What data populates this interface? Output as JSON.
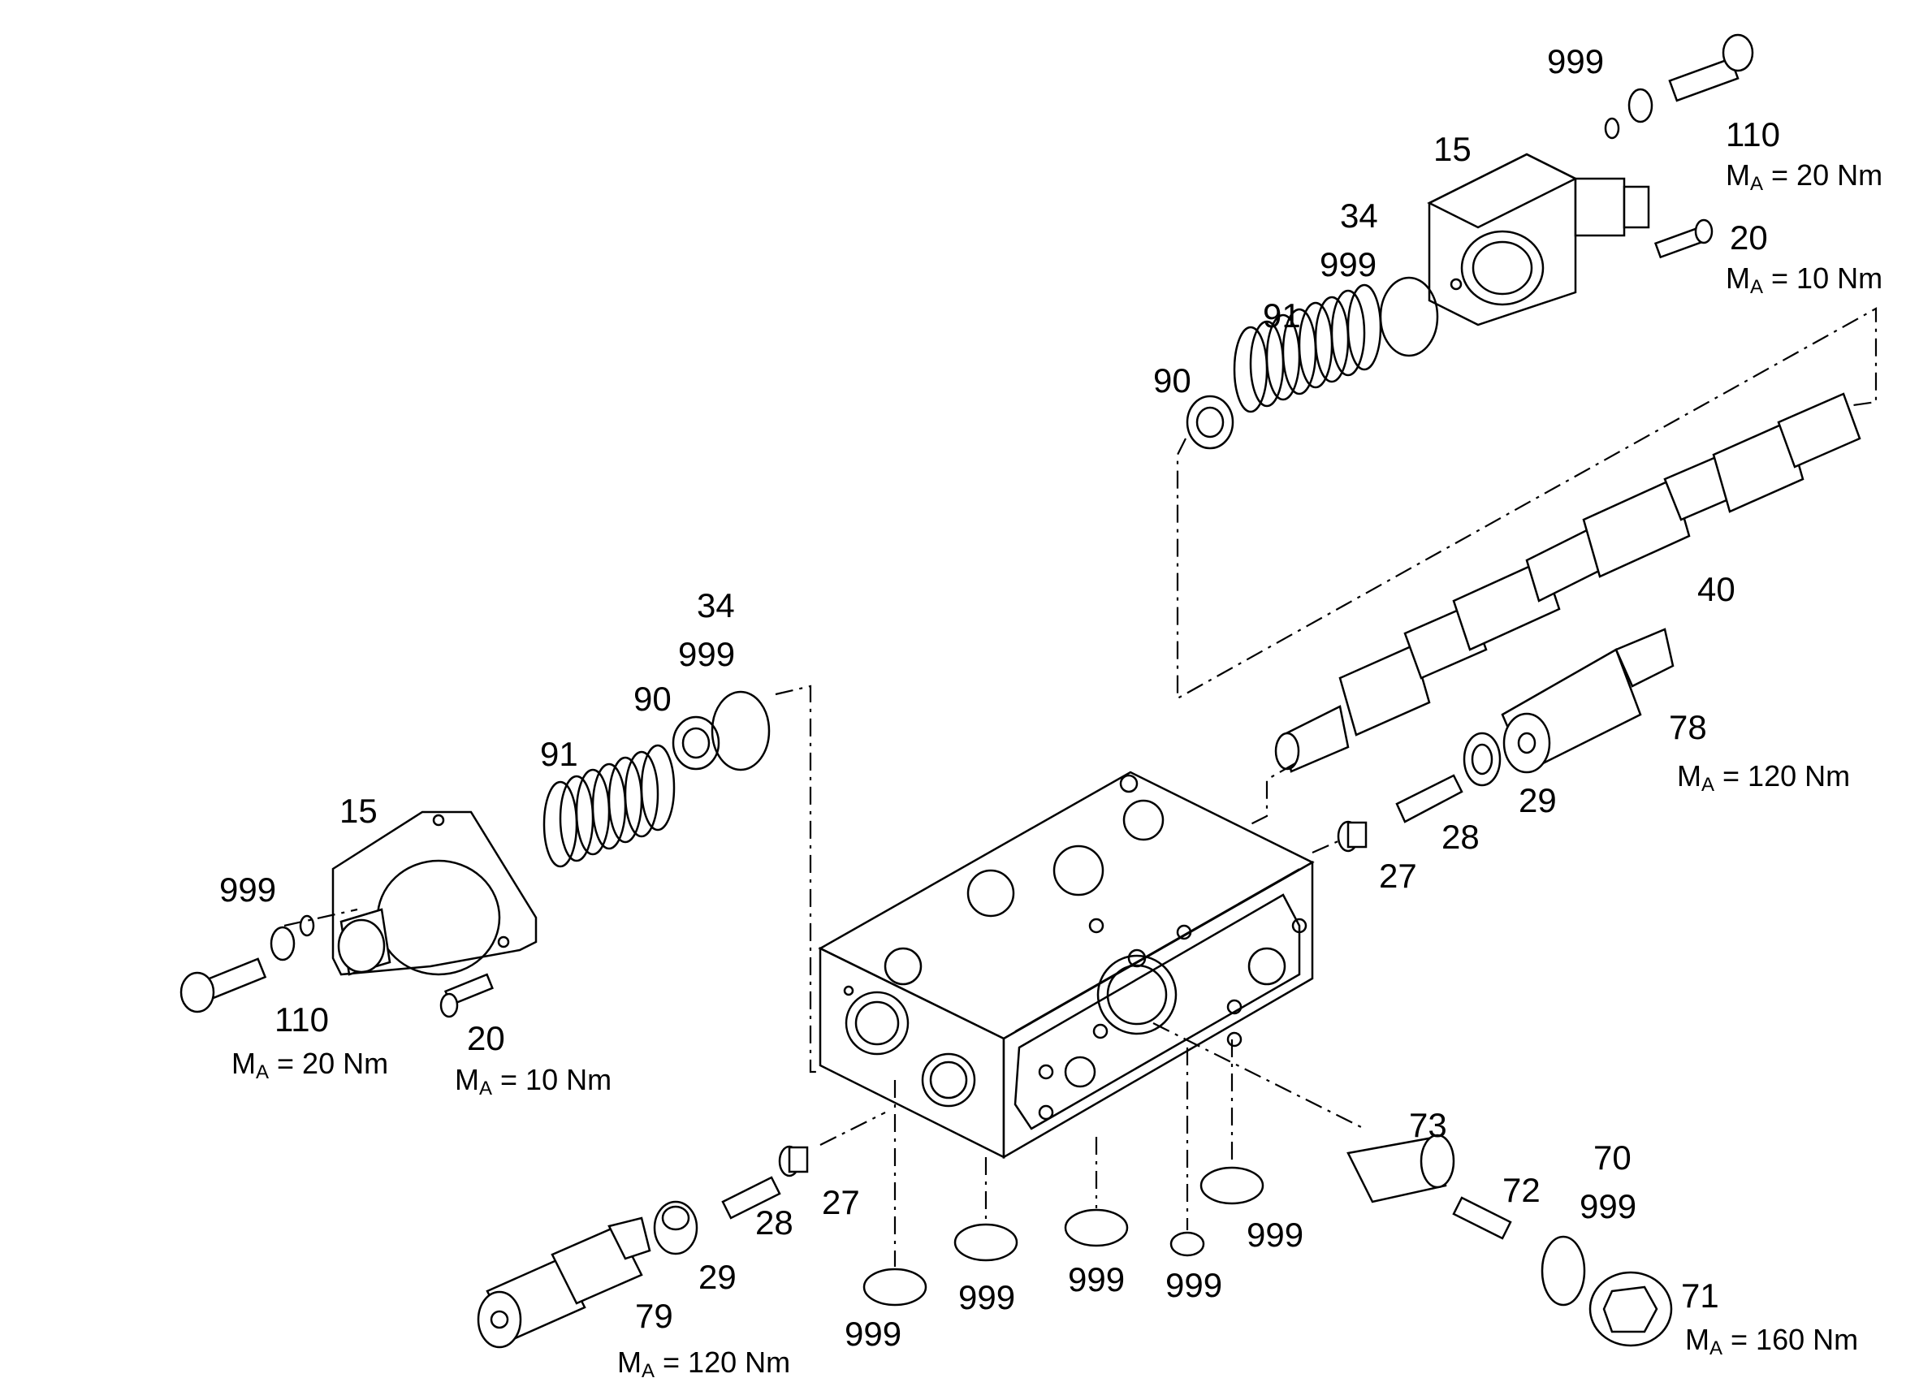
{
  "parts": {
    "p999_top": "999",
    "p110_top": "110",
    "p15_top": "15",
    "p34_top": "34",
    "p999_top_b": "999",
    "p20_top": "20",
    "p91_top": "91",
    "p90_top": "90",
    "p40": "40",
    "p78": "78",
    "p29_right": "29",
    "p28_right": "28",
    "p27_right": "27",
    "p34_left": "34",
    "p999_left_a": "999",
    "p90_left": "90",
    "p91_left": "91",
    "p15_left": "15",
    "p999_left_b": "999",
    "p110_left": "110",
    "p20_left": "20",
    "p27_left": "27",
    "p28_left": "28",
    "p29_left": "29",
    "p79": "79",
    "p999_b1": "999",
    "p999_b2": "999",
    "p999_b3": "999",
    "p999_b4": "999",
    "p999_b5": "999",
    "p73": "73",
    "p72": "72",
    "p70": "70",
    "p999_r": "999",
    "p71": "71"
  },
  "torques": {
    "t110_top": {
      "symbol": "M",
      "sub": "A",
      "value": "= 20 Nm"
    },
    "t20_top": {
      "symbol": "M",
      "sub": "A",
      "value": "= 10 Nm"
    },
    "t78": {
      "symbol": "M",
      "sub": "A",
      "value": "= 120 Nm"
    },
    "t110_left": {
      "symbol": "M",
      "sub": "A",
      "value": "= 20 Nm"
    },
    "t20_left": {
      "symbol": "M",
      "sub": "A",
      "value": "= 10 Nm"
    },
    "t79": {
      "symbol": "M",
      "sub": "A",
      "value": "= 120 Nm"
    },
    "t71": {
      "symbol": "M",
      "sub": "A",
      "value": "= 160 Nm"
    }
  }
}
